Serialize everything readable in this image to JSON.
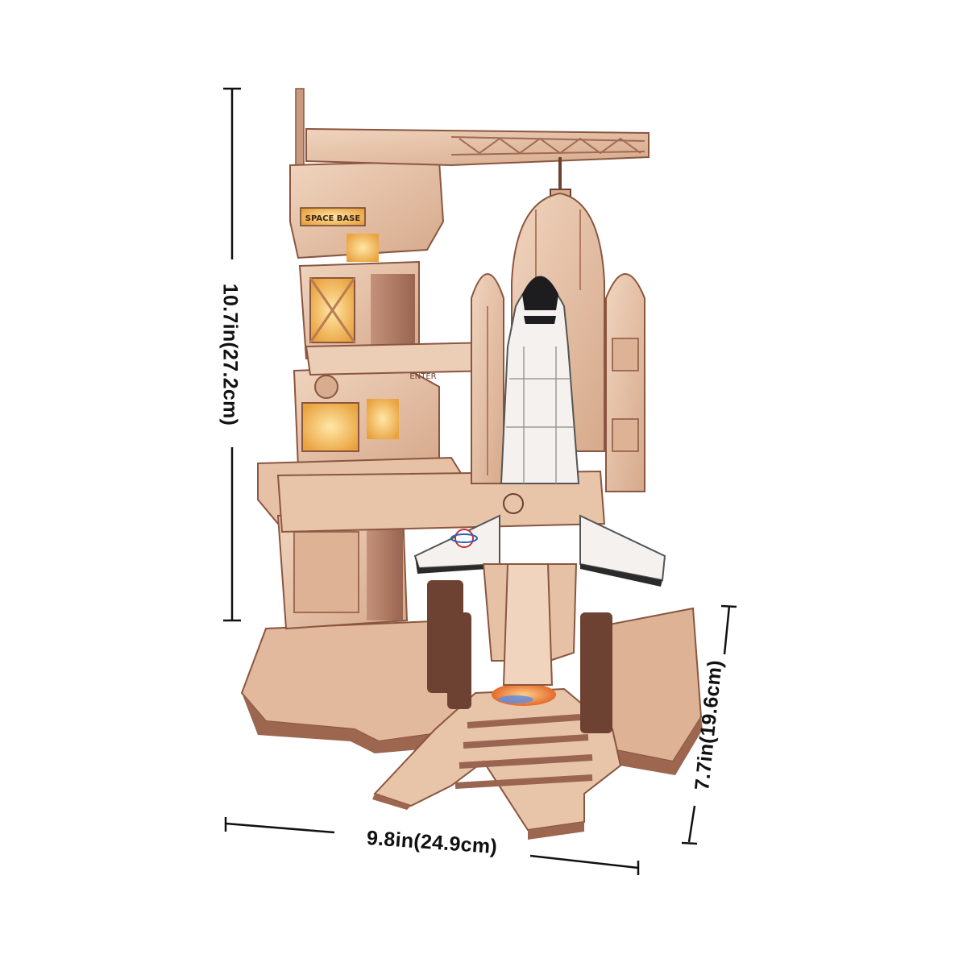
{
  "dimensions": {
    "height": "10.7in(27.2cm)",
    "width": "9.8in(24.9cm)",
    "depth": "7.7in(19.6cm)"
  },
  "model": {
    "tower_sign": "SPACE BASE",
    "bridge_sign": "ENTER"
  },
  "colors": {
    "wood_light": "#EBCBB2",
    "wood_mid": "#D8AC8E",
    "wood_dark": "#8A5640",
    "lamp_glow": "#F6C35A",
    "shuttle_white": "#F4F1EE",
    "shuttle_black": "#1D1D1F"
  }
}
